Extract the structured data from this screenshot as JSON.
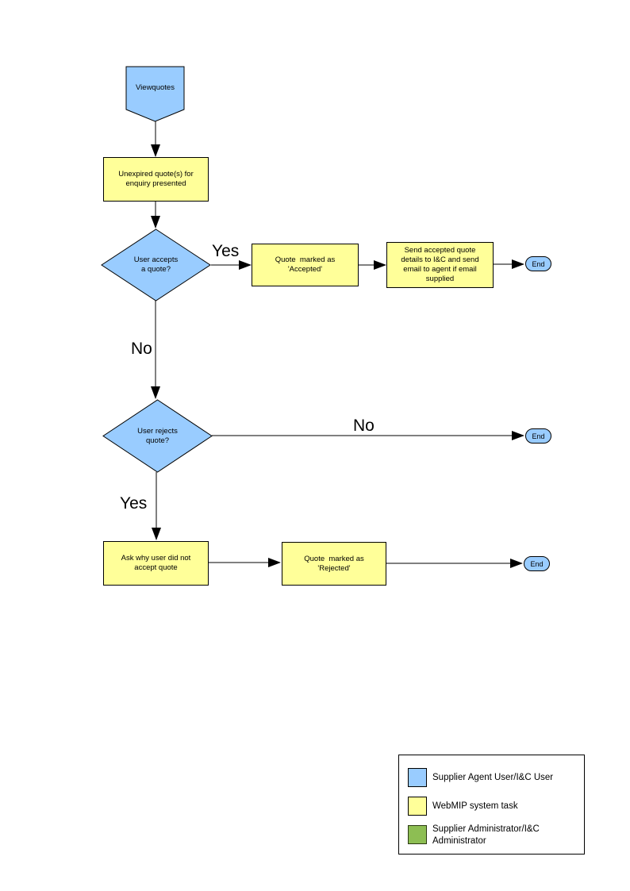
{
  "flowchart": {
    "start_label": "Viewquotes",
    "boxes": {
      "unexpired": "Unexpired quote(s) for\nenquiry presented",
      "accepted": "Quote  marked as\n'Accepted'",
      "send_details": "Send accepted quote\ndetails to I&C and send\nemail to agent if email\nsupplied",
      "ask_why": "Ask why user did not\naccept quote",
      "rejected": "Quote  marked as\n'Rejected'"
    },
    "decisions": {
      "accepts": "User accepts\na quote?",
      "rejects": "User rejects\nquote?"
    },
    "end_label": "End",
    "edge_labels": {
      "yes_accept": "Yes",
      "no_accept": "No",
      "no_reject": "No",
      "yes_reject": "Yes"
    }
  },
  "legend": {
    "items": [
      {
        "label": "Supplier Agent User/I&C User",
        "color": "#99CCFF"
      },
      {
        "label": "WebMIP system task",
        "color": "#FFFF99"
      },
      {
        "label": "Supplier Administrator/I&C Administrator",
        "color": "#8DBE53"
      }
    ]
  },
  "colors": {
    "actor_blue": "#99CCFF",
    "task_yellow": "#FFFF99",
    "admin_green": "#8DBE53",
    "line_black": "#000000"
  }
}
